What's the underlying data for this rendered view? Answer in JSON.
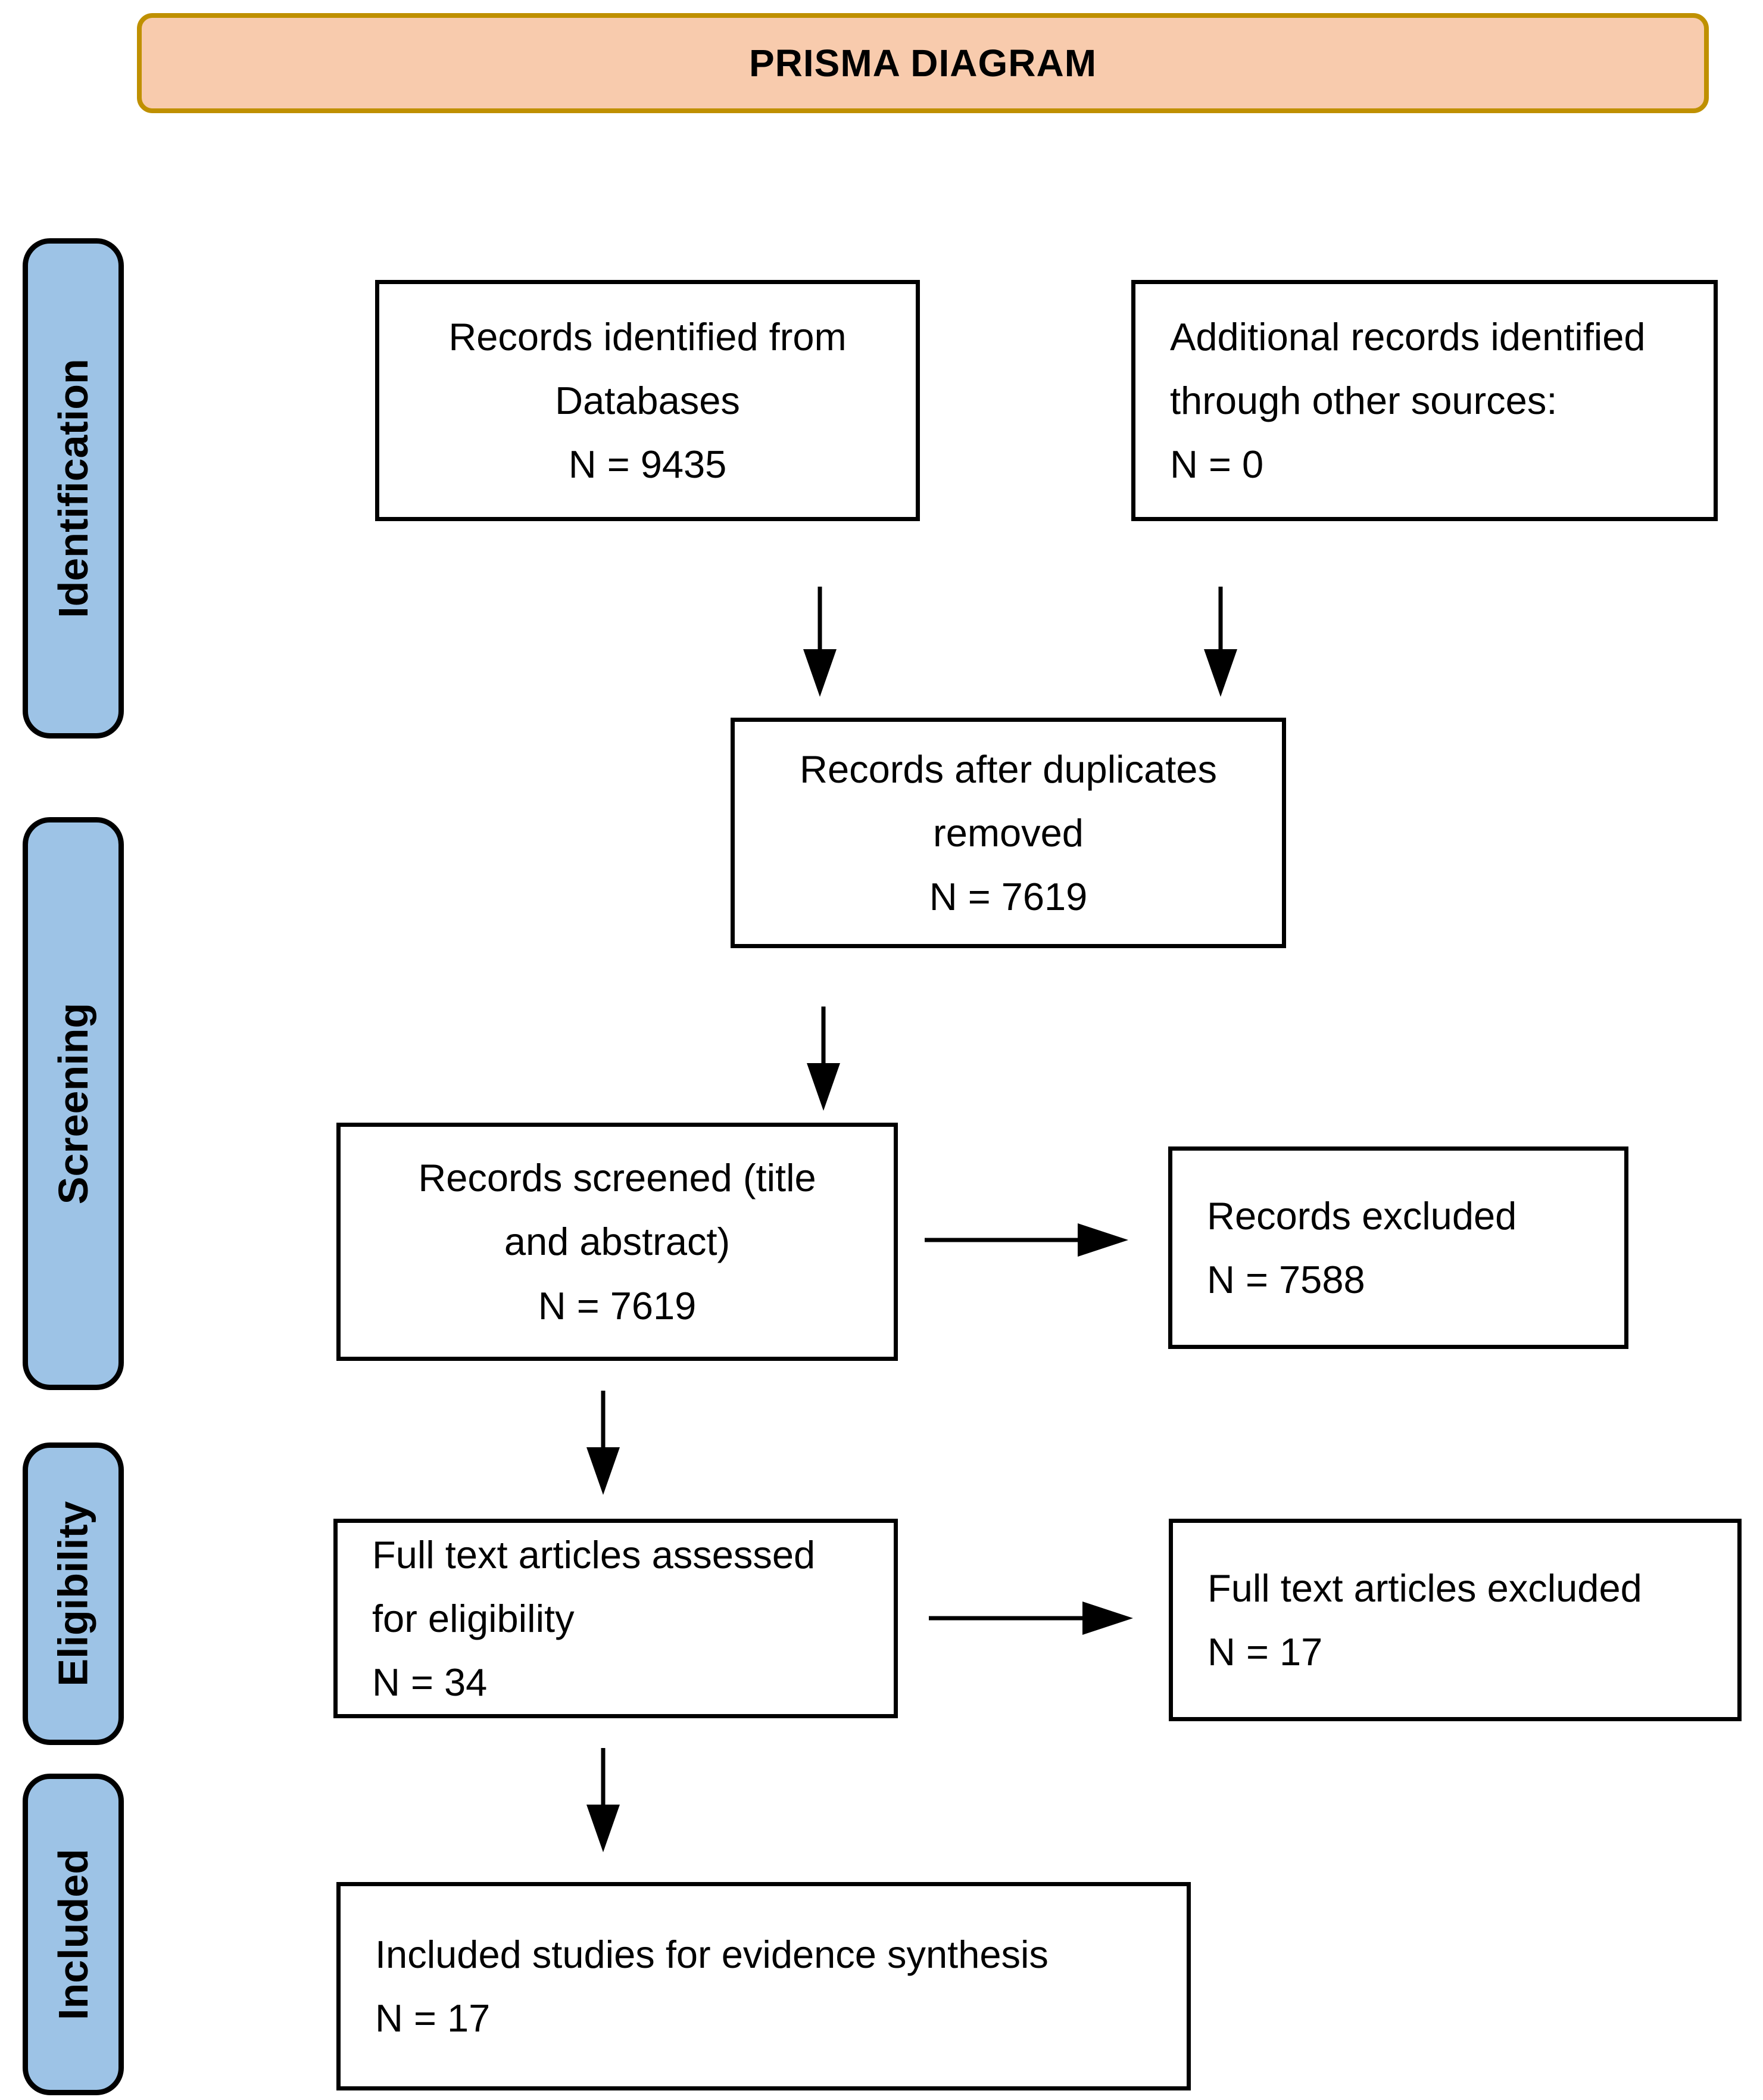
{
  "title": "PRISMA DIAGRAM",
  "colors": {
    "header_fill": "#F8CBAD",
    "header_border": "#BF9000",
    "stage_fill": "#9DC3E6",
    "stage_border": "#000000",
    "box_border": "#000000",
    "arrow_color": "#000000",
    "text_color": "#000000",
    "background": "#FFFFFF"
  },
  "stages": [
    {
      "id": "identification",
      "label": "Identification"
    },
    {
      "id": "screening",
      "label": "Screening"
    },
    {
      "id": "eligibility",
      "label": "Eligibility"
    },
    {
      "id": "included",
      "label": "Included"
    }
  ],
  "boxes": {
    "records_identified": {
      "lines": [
        "Records identified from",
        "Databases",
        "N = 9435"
      ]
    },
    "additional_records": {
      "lines": [
        "Additional records identified",
        "through other sources:",
        "N = 0"
      ]
    },
    "after_duplicates": {
      "lines": [
        "Records after duplicates",
        "removed",
        "N = 7619"
      ]
    },
    "records_screened": {
      "lines": [
        "Records screened (title",
        "and abstract)",
        "N = 7619"
      ]
    },
    "records_excluded": {
      "lines": [
        "Records excluded",
        "N = 7588"
      ]
    },
    "fulltext_assessed": {
      "lines": [
        "Full text articles assessed",
        "for eligibility",
        "N = 34"
      ]
    },
    "fulltext_excluded": {
      "lines": [
        "Full text articles excluded",
        "N = 17"
      ]
    },
    "included_studies": {
      "lines": [
        "Included studies for evidence synthesis",
        "N = 17"
      ]
    }
  }
}
